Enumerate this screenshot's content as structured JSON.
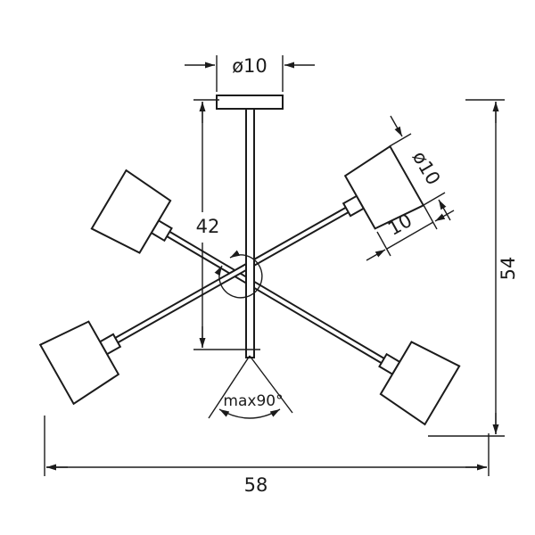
{
  "labels": {
    "canopy_diameter": "ø10",
    "stem_length": "42",
    "shade_diameter": "ø10",
    "shade_height": "10",
    "total_height": "54",
    "total_width": "58",
    "swivel_angle": "max90°"
  },
  "colors": {
    "line": "#1b1b1b",
    "background": "#ffffff"
  }
}
